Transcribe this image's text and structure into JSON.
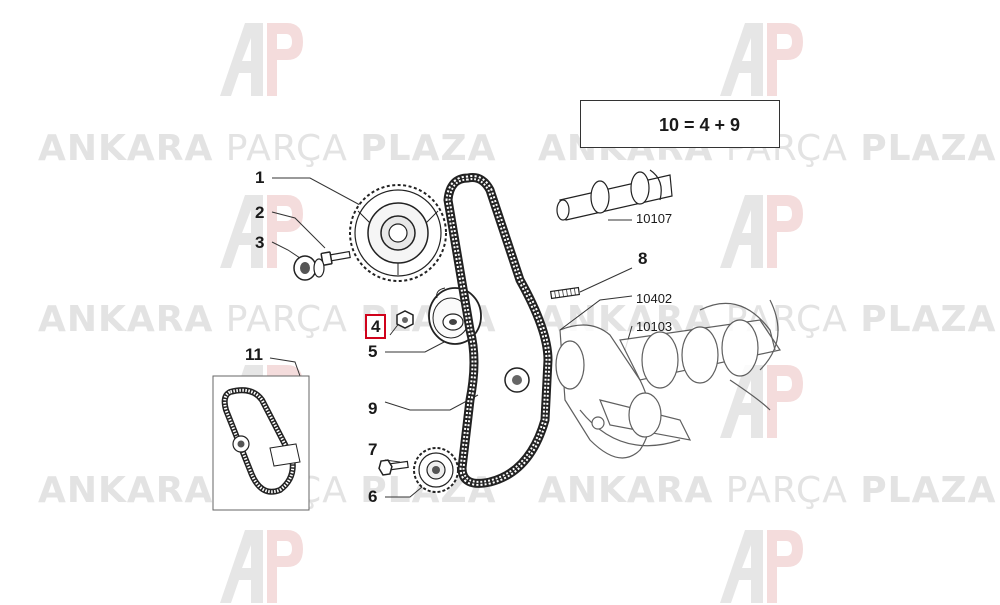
{
  "watermark": {
    "brand_strong": "ANKARA",
    "brand_light": "PARÇA",
    "brand_tail": "PLAZA",
    "logo_letters": "AP"
  },
  "formula": "10 = 4 + 9",
  "callouts": [
    {
      "id": "1",
      "label": "1"
    },
    {
      "id": "2",
      "label": "2"
    },
    {
      "id": "3",
      "label": "3"
    },
    {
      "id": "4",
      "label": "4",
      "highlighted": true
    },
    {
      "id": "5",
      "label": "5"
    },
    {
      "id": "6",
      "label": "6"
    },
    {
      "id": "7",
      "label": "7"
    },
    {
      "id": "8",
      "label": "8"
    },
    {
      "id": "9",
      "label": "9"
    },
    {
      "id": "11",
      "label": "11"
    },
    {
      "id": "10107",
      "label": "10107"
    },
    {
      "id": "10402",
      "label": "10402"
    },
    {
      "id": "10103",
      "label": "10103"
    }
  ],
  "colors": {
    "highlight": "#d0021b",
    "line": "#333333",
    "watermark": "#e3e3e3"
  }
}
